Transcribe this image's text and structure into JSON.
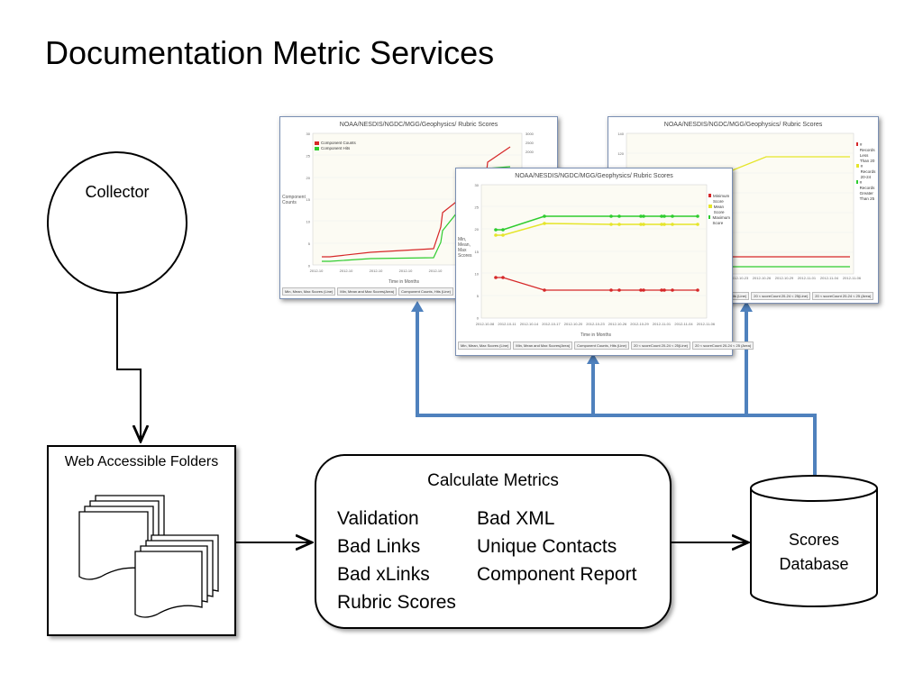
{
  "page": {
    "title": "Documentation Metric Services"
  },
  "collector": {
    "label": "Collector"
  },
  "folders": {
    "label": "Web Accessible Folders"
  },
  "calculate": {
    "title": "Calculate Metrics",
    "left_items": [
      "Validation",
      "Bad Links",
      "Bad xLinks",
      "Rubric Scores"
    ],
    "right_items": [
      "Bad XML",
      "Unique Contacts",
      "Component Report"
    ]
  },
  "database": {
    "label_line1": "Scores",
    "label_line2": "Database"
  },
  "colors": {
    "arrow_blue": "#4f81bd",
    "red": "#d62728",
    "green": "#2ecc2e",
    "yellow": "#e5e52a"
  },
  "screenshots": {
    "left": {
      "title": "NOAA/NESDIS/NGDC/MGG/Geophysics/ Rubric Scores",
      "y_label": "Component Counts",
      "x_label": "Time in Months",
      "legend": [
        "Component Counts",
        "Component Hits"
      ],
      "y_ticks": [
        "30",
        "25",
        "20",
        "15",
        "10",
        "5",
        "0"
      ],
      "y2_ticks": [
        "3000",
        "2500",
        "2000"
      ],
      "x_ticks": [
        "2012-10",
        "2012-10",
        "2012-10",
        "2012-10",
        "2012-10",
        "2012-10",
        "2012-10"
      ],
      "tabs": [
        "Min, Mean, Max Scores (Line)",
        "Min, Mean and Max Scores(Area)",
        "Component Counts, Hits (Line)",
        "20 < scoreC"
      ]
    },
    "right": {
      "title": "NOAA/NESDIS/NGDC/MGG/Geophysics/ Rubric Scores",
      "legend": [
        "# Records Less Than 20",
        "# Records 20-24",
        "# Records Greater Than 25"
      ],
      "y_ticks": [
        "140",
        "120"
      ],
      "x_ticks": [
        "2012-10-23",
        "2012-10-26",
        "2012-10-29",
        "2012-11-01",
        "2012-11-04",
        "2012-11-06"
      ],
      "tabs": [
        "Hits (Line)",
        "20 < scoreCount 20-24 < 25(Line)",
        "20 < scoreCount 20-24 < 25 (Area)"
      ]
    },
    "center": {
      "title": "NOAA/NESDIS/NGDC/MGG/Geophysics/ Rubric Scores",
      "y_label": "Min, Mean, Max Scores",
      "x_label": "Time in Months",
      "legend": [
        "Minimum Score",
        "Mean Score",
        "Maximum Score"
      ],
      "y_ticks": [
        "30",
        "25",
        "20",
        "15",
        "10",
        "5",
        "0"
      ],
      "x_ticks": [
        "2012-10-08",
        "2012-10-11",
        "2012-10-14",
        "2012-10-17",
        "2012-10-20",
        "2012-10-23",
        "2012-10-26",
        "2012-10-29",
        "2012-11-01",
        "2012-11-04",
        "2012-11-06"
      ],
      "tabs": [
        "Min, Mean, Max Scores (Line)",
        "Min, Mean and Max Scores(Area)",
        "Component Counts, Hits (Line)",
        "20 < scoreCount 20-24 < 25(Line)",
        "20 < scoreCount 20-24 < 25 (Area)"
      ]
    }
  }
}
